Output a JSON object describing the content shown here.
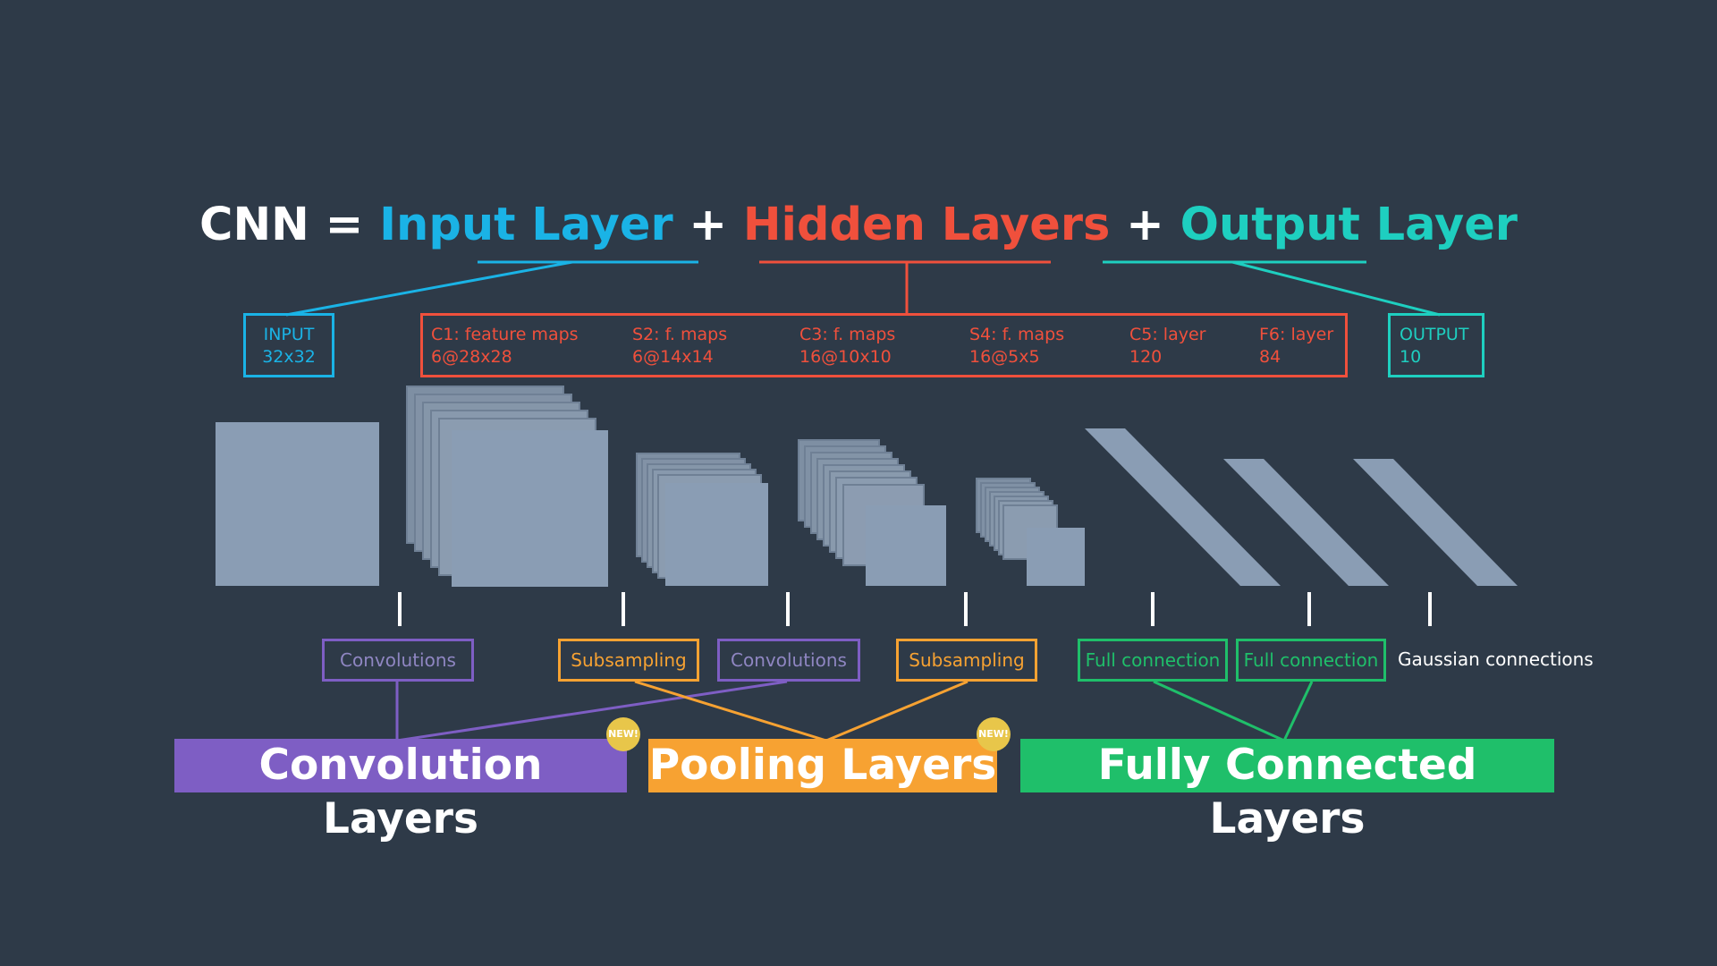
{
  "title": {
    "cnn": "CNN = ",
    "input": "Input Layer",
    "plus1": " + ",
    "hidden": "Hidden Layers",
    "plus2": " + ",
    "output": "Output Layer"
  },
  "colors": {
    "background": "#2e3a48",
    "input": "#1ab3e6",
    "hidden": "#f0503c",
    "output": "#1ecfc0",
    "convolution": "#7e5ec4",
    "pooling": "#f7a232",
    "fully_connected": "#1fbf6a",
    "feature_map": "#8a9db4"
  },
  "input_box": {
    "line1": "INPUT",
    "line2": "32x32"
  },
  "hidden_box": [
    {
      "line1": "C1:  feature maps",
      "line2": "6@28x28"
    },
    {
      "line1": "S2:  f. maps",
      "line2": "6@14x14"
    },
    {
      "line1": "C3:  f. maps",
      "line2": "16@10x10"
    },
    {
      "line1": "S4:  f. maps",
      "line2": "16@5x5"
    },
    {
      "line1": "C5:  layer",
      "line2": "120"
    },
    {
      "line1": "F6:  layer",
      "line2": "84"
    }
  ],
  "output_box": {
    "line1": "OUTPUT",
    "line2": "10"
  },
  "operations": [
    "Convolutions",
    "Subsampling",
    "Convolutions",
    "Subsampling",
    "Full connection",
    "Full connection",
    "Gaussian connections"
  ],
  "layer_types": {
    "convolution": "Convolution Layers",
    "pooling": "Pooling Layers",
    "fully_connected": "Fully Connected Layers"
  },
  "badge_text": "NEW!"
}
